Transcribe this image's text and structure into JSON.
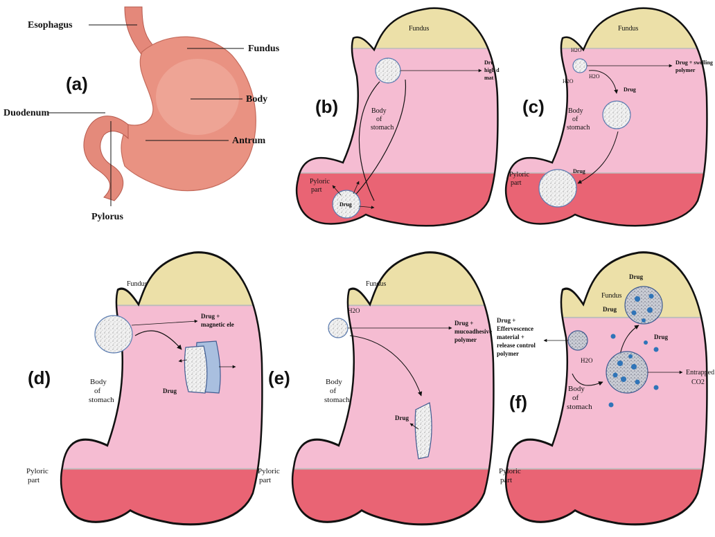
{
  "colors": {
    "stomach_body": "#f5bcd2",
    "pyloric_region": "#e96474",
    "fundus_region": "#ece0a8",
    "outline": "#111111",
    "anatomy_flesh": "#e88e7c",
    "entrapped_dots": "#2f74b8",
    "patch_blue": "#a9bfdf"
  },
  "panels": {
    "a": {
      "letter": "(a)",
      "esophagus": "Esophagus",
      "fundus": "Fundus",
      "body": "Body",
      "duodenum": "Duodenum",
      "antrum": "Antrum",
      "pylorus": "Pylorus"
    },
    "b": {
      "letter": "(b)",
      "fundus": "Fundus",
      "drug_label_1": "Dru",
      "drug_label_2": "high d",
      "drug_label_3": "mat",
      "body_1": "Body",
      "body_2": "of",
      "body_3": "stomach",
      "pyloric_1": "Pyloric",
      "pyloric_2": "part",
      "drug": "Drug"
    },
    "c": {
      "letter": "(c)",
      "fundus": "Fundus",
      "h2o": "H2O",
      "drug_label_1": "Drug + swelling",
      "drug_label_2": "polymer",
      "drug_mid": "Drug",
      "drug_low": "Drug",
      "body_1": "Body",
      "body_2": "of",
      "body_3": "stomach",
      "pyloric_1": "Pyloric",
      "pyloric_2": "part"
    },
    "d": {
      "letter": "(d)",
      "fundus": "Fundus",
      "drug_label_1": "Drug +",
      "drug_label_2": "magnetic ele",
      "drug": "Drug",
      "body_1": "Body",
      "body_2": "of",
      "body_3": "stomach",
      "pyloric_1": "Pyloric",
      "pyloric_2": "part"
    },
    "e": {
      "letter": "(e)",
      "fundus": "Fundus",
      "h2o": "H2O",
      "drug_label_1": "Drug +",
      "drug_label_2": "mucoadhesive",
      "drug_label_3": "polymer",
      "drug": "Drug",
      "body_1": "Body",
      "body_2": "of",
      "body_3": "stomach",
      "pyloric_1": "Pyloric",
      "pyloric_2": "part"
    },
    "f": {
      "letter": "(f)",
      "fundus": "Fundus",
      "drug_top": "Drug",
      "drug_left": "Drug",
      "drug_right": "Drug",
      "h2o": "H2O",
      "left_1": "Drug +",
      "left_2": "Effervescence",
      "left_3": "material +",
      "left_4": "release control",
      "left_5": "polymer",
      "entrapped_1": "Entrapped",
      "entrapped_2": "CO2",
      "body_1": "Body",
      "body_2": "of",
      "body_3": "stomach",
      "pyloric_1": "Pyloric",
      "pyloric_2": "part"
    }
  }
}
